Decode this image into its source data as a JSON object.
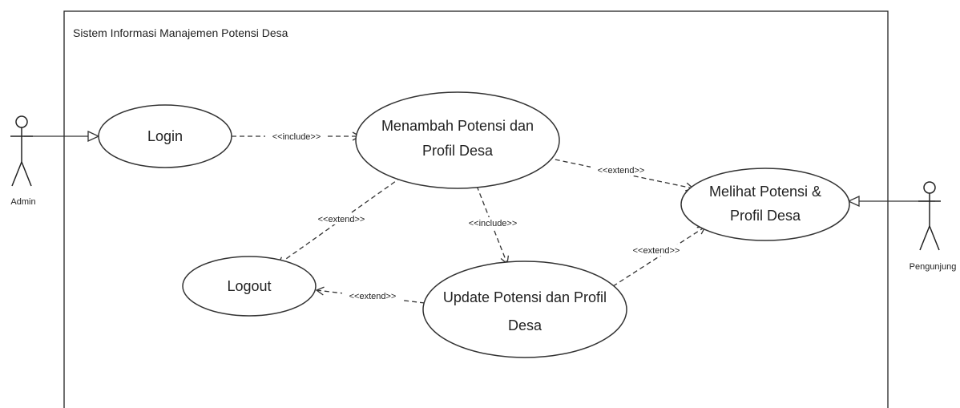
{
  "system": {
    "title": "Sistem Informasi Manajemen Potensi Desa"
  },
  "actors": {
    "admin": {
      "label": "Admin"
    },
    "visitor": {
      "label": "Pengunjung"
    }
  },
  "use_cases": {
    "login": {
      "lines": [
        "Login"
      ]
    },
    "menambah": {
      "lines": [
        "Menambah Potensi dan",
        "Profil Desa"
      ]
    },
    "melihat": {
      "lines": [
        "Melihat Potensi &",
        "Profil Desa"
      ]
    },
    "logout": {
      "lines": [
        "Logout"
      ]
    },
    "update": {
      "lines": [
        "Update Potensi dan Profil",
        "Desa"
      ]
    }
  },
  "relations": {
    "login_menambah": "<<include>>",
    "menambah_melihat": "<<extend>>",
    "menambah_logout": "<<extend>>",
    "menambah_update": "<<include>>",
    "update_melihat": "<<extend>>",
    "update_logout": "<<extend>>"
  }
}
